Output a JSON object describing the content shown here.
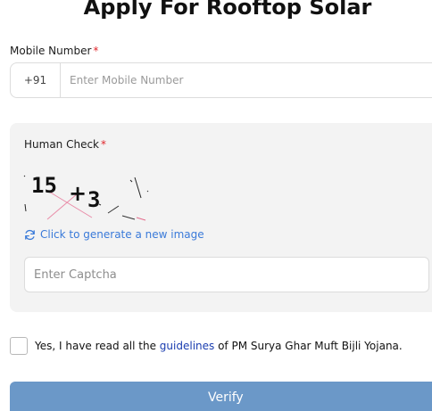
{
  "page": {
    "title": "Apply For Rooftop Solar"
  },
  "mobile": {
    "label": "Mobile Number",
    "required_mark": "*",
    "prefix": "+91",
    "placeholder": "Enter Mobile Number"
  },
  "captcha": {
    "label": "Human Check",
    "required_mark": "*",
    "image_text": {
      "first": "15",
      "operator": "+",
      "second": "3"
    },
    "refresh_label": "Click to generate a new image",
    "placeholder": "Enter Captcha"
  },
  "agreement": {
    "prefix": "Yes, I have read all the ",
    "link": "guidelines",
    "suffix": " of PM Surya Ghar Muft Bijli Yojana."
  },
  "actions": {
    "verify_label": "Verify"
  },
  "colors": {
    "primary_button": "#6b98c8",
    "link": "#1a3db0",
    "refresh": "#3a7ad9",
    "required": "#e0262b"
  },
  "icons": {
    "refresh": "refresh-icon"
  }
}
